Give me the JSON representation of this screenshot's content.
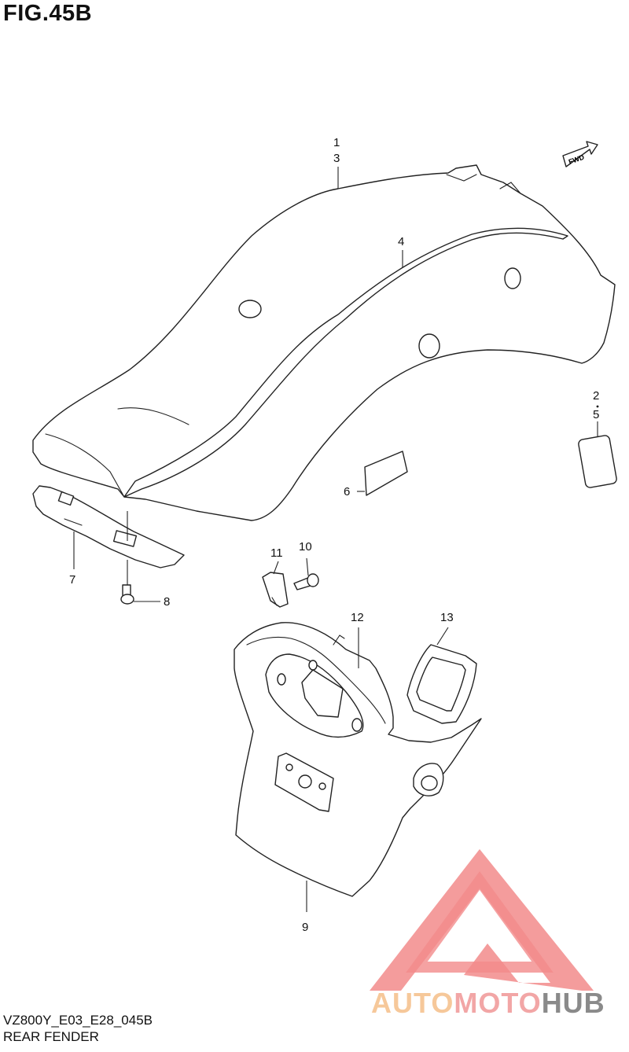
{
  "figure": {
    "title": "FIG.45B",
    "model_code": "VZ800Y_E03_E28_045B",
    "name": "REAR FENDER"
  },
  "fwd_label": "FWD",
  "callouts": {
    "c1": "1",
    "c3": "3",
    "c4": "4",
    "c2": "2",
    "c5": "5",
    "c6": "6",
    "c7": "7",
    "c8": "8",
    "c9": "9",
    "c10": "10",
    "c11": "11",
    "c12": "12",
    "c13": "13"
  },
  "watermark": {
    "word_auto": "AUTO",
    "word_moto": "MOTO",
    "word_hub": "HUB",
    "colors": {
      "triangle": "#f28b8b",
      "auto": "#f6c89a",
      "moto": "#f2a6a6",
      "hub": "#8a8a8a"
    }
  }
}
